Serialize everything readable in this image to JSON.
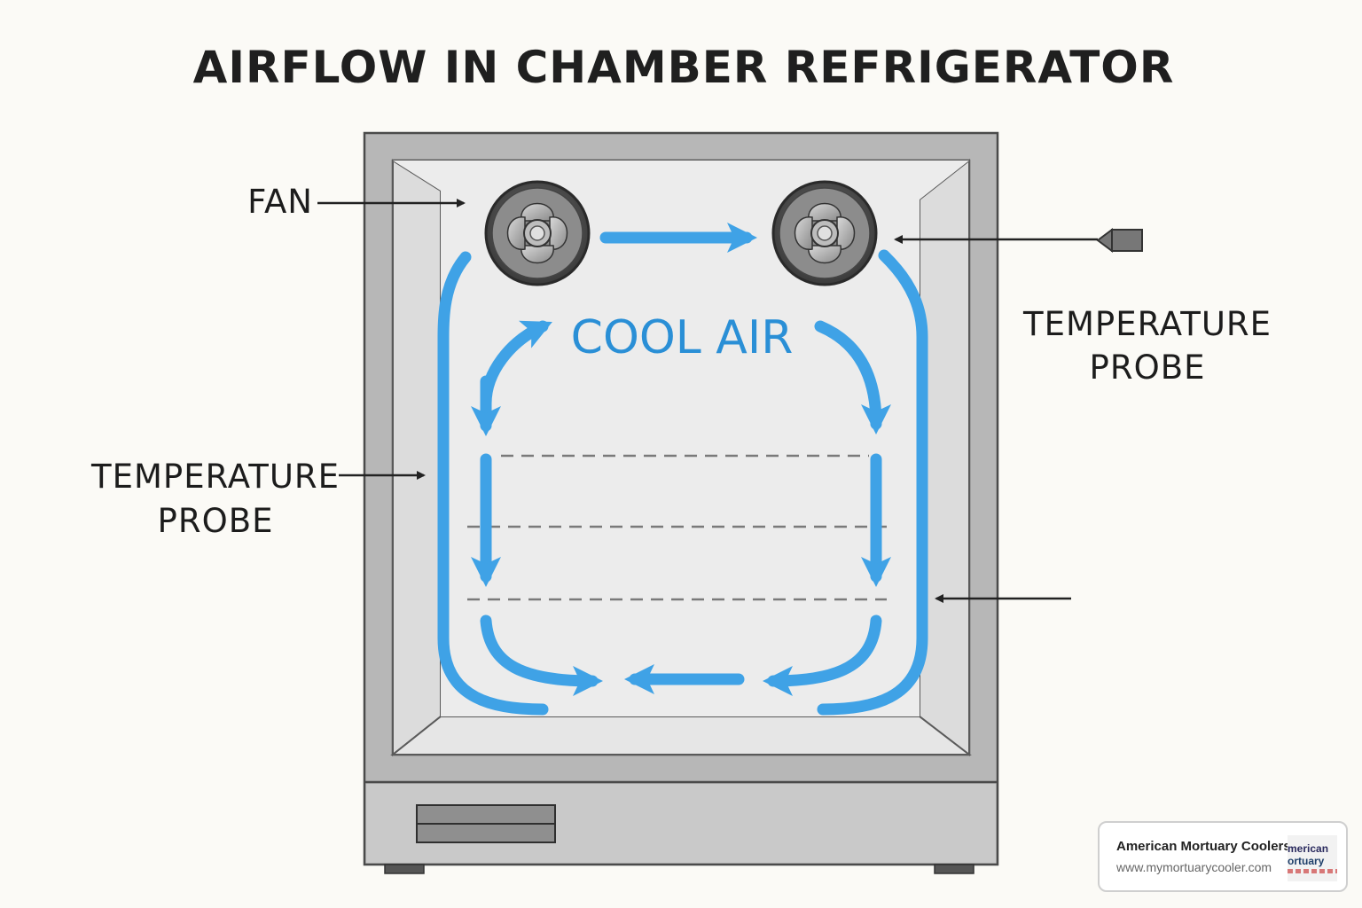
{
  "title": "AIRFLOW IN CHAMBER REFRIGERATOR",
  "labels": {
    "fan": "FAN",
    "cool_air": "COOL AIR",
    "probe_right_line1": "TEMPERATURE",
    "probe_right_line2": "PROBE",
    "probe_left_line1": "TEMPERATURE",
    "probe_left_line2": "PROBE"
  },
  "badge": {
    "name": "American Mortuary Coolers",
    "url": "www.mymortuarycooler.com",
    "logo_line1": "merican",
    "logo_line2": "ortuary"
  },
  "colors": {
    "airflow": "#3fa2e6",
    "cool_air_text": "#2a8fd6",
    "cabinet": "#b4b4b4"
  },
  "icons": [
    "fan-icon",
    "temperature-probe-icon",
    "vent-icon"
  ]
}
